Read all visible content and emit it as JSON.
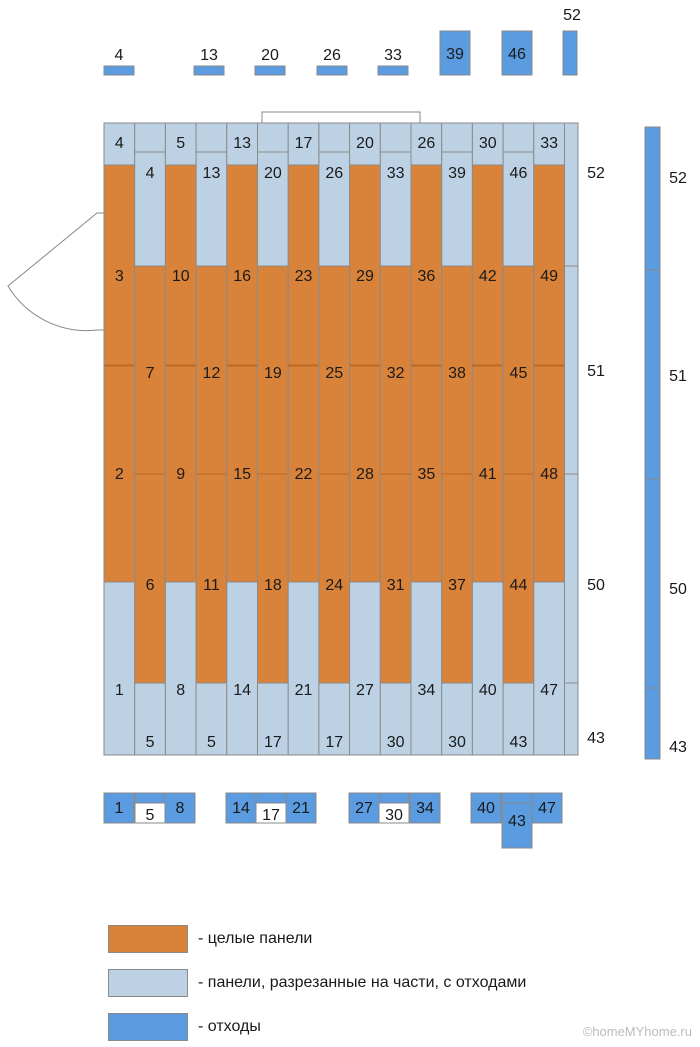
{
  "colors": {
    "whole": "#d9833a",
    "cut": "#bcd2e4",
    "waste": "#5b9be0",
    "outline": "#8a8a8a"
  },
  "diagram": {
    "top_waste": [
      "4",
      "13",
      "20",
      "26",
      "33",
      "39",
      "46",
      "52"
    ],
    "columns": [
      {
        "top": "4",
        "labels": [
          "3",
          "2",
          "1"
        ]
      },
      {
        "top": "4",
        "labels": [
          "7",
          "6",
          "5"
        ]
      },
      {
        "top": "5",
        "labels": [
          "10",
          "9",
          "8"
        ]
      },
      {
        "top": "13",
        "labels": [
          "12",
          "11",
          "5"
        ]
      },
      {
        "top": "13",
        "labels": [
          "16",
          "15",
          "14"
        ]
      },
      {
        "top": "20",
        "labels": [
          "19",
          "18",
          "17"
        ]
      },
      {
        "top": "17",
        "labels": [
          "23",
          "22",
          "21"
        ]
      },
      {
        "top": "26",
        "labels": [
          "25",
          "24",
          "17"
        ]
      },
      {
        "top": "20",
        "labels": [
          "29",
          "28",
          "27"
        ]
      },
      {
        "top": "33",
        "labels": [
          "32",
          "31",
          "30"
        ]
      },
      {
        "top": "26",
        "labels": [
          "36",
          "35",
          "34"
        ]
      },
      {
        "top": "39",
        "labels": [
          "38",
          "37",
          "30"
        ]
      },
      {
        "top": "30",
        "labels": [
          "42",
          "41",
          "40"
        ]
      },
      {
        "top": "46",
        "labels": [
          "45",
          "44",
          "43"
        ]
      },
      {
        "top": "33",
        "labels": [
          "49",
          "48",
          "47"
        ]
      }
    ],
    "side_labels": [
      "52",
      "51",
      "50",
      "43"
    ],
    "right_waste": [
      "52",
      "51",
      "50",
      "43"
    ],
    "bottom_waste": [
      "1",
      "5",
      "8",
      "14",
      "17",
      "21",
      "27",
      "30",
      "34",
      "40",
      "43",
      "47"
    ]
  },
  "legend": [
    {
      "text": "- целые панели",
      "color": "#d9833a"
    },
    {
      "text": "- панели, разрезанные на части, с отходами",
      "color": "#bcd2e4"
    },
    {
      "text": "- отходы",
      "color": "#5b9be0"
    }
  ],
  "watermark": "©homeMYhome.ru"
}
